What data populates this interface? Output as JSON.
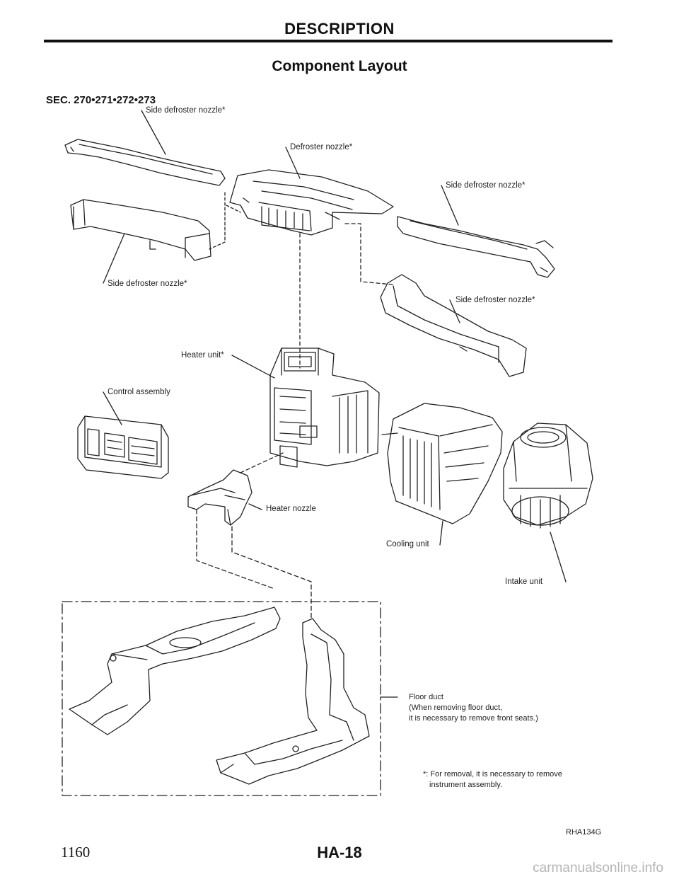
{
  "header": {
    "title": "DESCRIPTION",
    "subtitle": "Component Layout"
  },
  "section_ref": "SEC. 270•271•272•273",
  "labels": {
    "side_defroster_top": "Side defroster nozzle*",
    "defroster_nozzle": "Defroster nozzle*",
    "side_defroster_right": "Side defroster nozzle*",
    "side_defroster_left": "Side defroster nozzle*",
    "side_defroster_right_lower": "Side defroster nozzle*",
    "heater_unit": "Heater unit*",
    "control_assembly": "Control assembly",
    "heater_nozzle": "Heater nozzle",
    "cooling_unit": "Cooling unit",
    "intake_unit": "Intake unit",
    "floor_duct_1": "Floor duct",
    "floor_duct_2": "(When removing floor duct,",
    "floor_duct_3": "it is necessary to remove front seats.)"
  },
  "footnote": {
    "line1": "*: For removal, it is necessary to remove",
    "line2": "instrument assembly."
  },
  "figure_code": "RHA134G",
  "page_number_left": "1160",
  "page_id": "HA-18",
  "watermark": "carmanualsonline.info"
}
